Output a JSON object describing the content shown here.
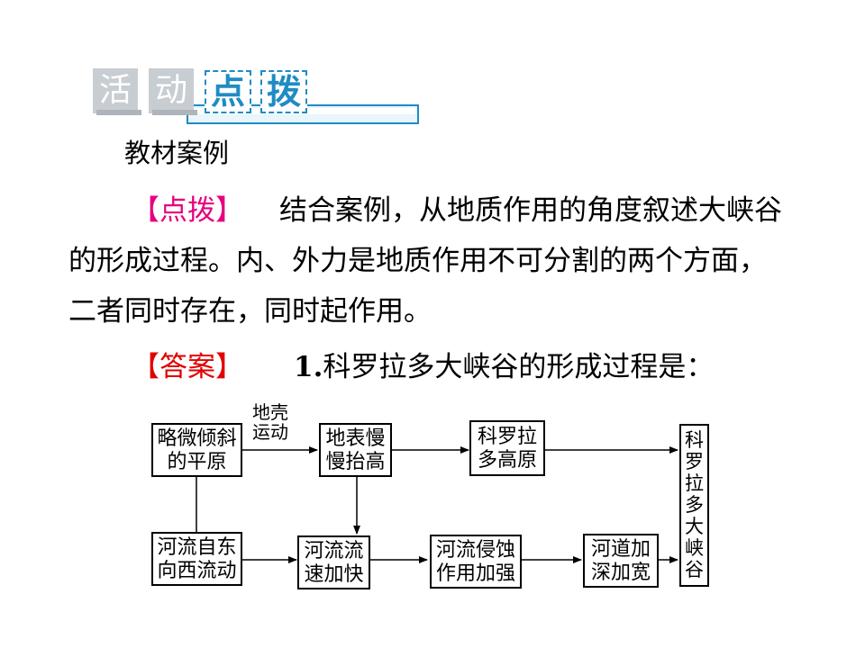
{
  "header": {
    "badge_chars": [
      "活",
      "动",
      "点",
      "拨"
    ]
  },
  "section_title": "教材案例",
  "tip": {
    "label": "【点拨】",
    "line1": "结合案例，从地质作用的角度叙述大峡谷",
    "line2": "的形成过程。内、外力是地质作用不可分割的两个方面，",
    "line3": "二者同时存在，同时起作用。"
  },
  "answer": {
    "label": "【答案】",
    "number": "1.",
    "text": "科罗拉多大峡谷的形成过程是："
  },
  "flowchart": {
    "nodes": {
      "gentle_plain": [
        "略微倾斜",
        "的平原"
      ],
      "surface_uplift": [
        "地表慢",
        "慢抬高"
      ],
      "plateau": [
        "科罗拉",
        "多高原"
      ],
      "river_flow": [
        "河流自东",
        "向西流动"
      ],
      "flow_speed": [
        "河流流",
        "速加快"
      ],
      "erosion": [
        "河流侵蚀",
        "作用加强"
      ],
      "deepen": [
        "河道加",
        "深加宽"
      ],
      "canyon": [
        "科",
        "罗",
        "拉",
        "多",
        "大",
        "峡",
        "谷"
      ]
    },
    "edge_label": [
      "地壳",
      "运动"
    ]
  }
}
